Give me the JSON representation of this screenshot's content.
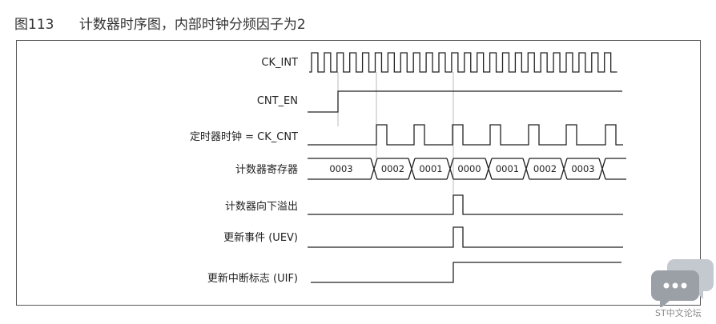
{
  "figure": {
    "number": "图113",
    "caption": "计数器时序图，内部时钟分频因子为2"
  },
  "signals": [
    {
      "id": "ck_int",
      "label": "CK_INT"
    },
    {
      "id": "cnt_en",
      "label": "CNT_EN"
    },
    {
      "id": "ck_cnt",
      "label": "定时器时钟 = CK_CNT"
    },
    {
      "id": "counter",
      "label": "计数器寄存器"
    },
    {
      "id": "underflow",
      "label": "计数器向下溢出"
    },
    {
      "id": "uev",
      "label": "更新事件 (UEV)"
    },
    {
      "id": "uif",
      "label": "更新中断标志 (UIF)"
    }
  ],
  "counter_values": [
    "0003",
    "0002",
    "0001",
    "0000",
    "0001",
    "0002",
    "0003"
  ],
  "watermark": {
    "icon": "chat-bubble-icon",
    "text": "ST中文论坛"
  },
  "colors": {
    "line": "#222222",
    "frame": "#555555",
    "guide": "#bbbbbb",
    "watermark": "#9aa0a6"
  }
}
